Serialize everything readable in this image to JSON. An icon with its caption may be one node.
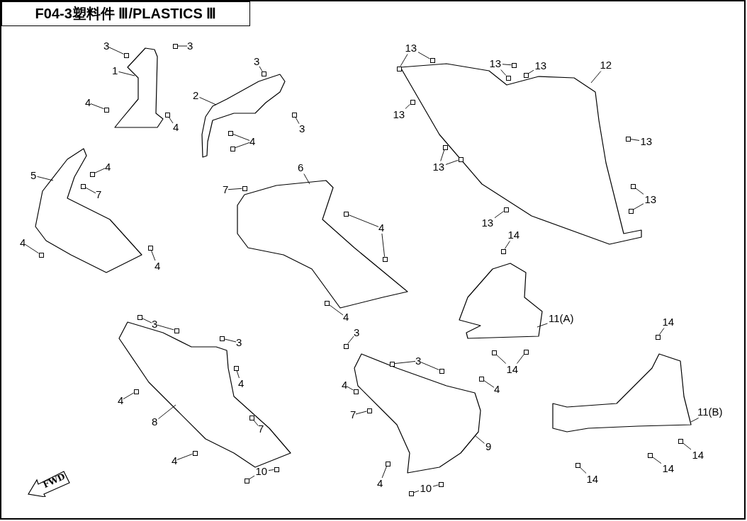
{
  "diagram": {
    "title": "F04-3塑料件 Ⅲ/PLASTICS Ⅲ",
    "nodes": [
      {
        "text": [
          "3"
        ]
      },
      {
        "text": [
          "3"
        ]
      },
      {
        "text": [
          "1"
        ]
      },
      {
        "text": [
          "4"
        ]
      },
      {
        "text": [
          "4"
        ]
      },
      {
        "text": [
          "3"
        ]
      },
      {
        "text": [
          "2"
        ]
      },
      {
        "text": [
          "3"
        ]
      },
      {
        "text": [
          "4"
        ]
      },
      {
        "text": [
          "4"
        ]
      },
      {
        "text": [
          "5"
        ]
      },
      {
        "text": [
          "7"
        ]
      },
      {
        "text": [
          "4"
        ]
      },
      {
        "text": [
          "4"
        ]
      },
      {
        "text": [
          "6"
        ]
      },
      {
        "text": [
          "7"
        ]
      },
      {
        "text": [
          "4"
        ]
      },
      {
        "text": [
          "4"
        ]
      },
      {
        "text": [
          "13"
        ]
      },
      {
        "text": [
          "13"
        ]
      },
      {
        "text": [
          "13"
        ]
      },
      {
        "text": [
          "12"
        ]
      },
      {
        "text": [
          "13"
        ]
      },
      {
        "text": [
          "13"
        ]
      },
      {
        "text": [
          "13"
        ]
      },
      {
        "text": [
          "13"
        ]
      },
      {
        "text": [
          "13"
        ]
      },
      {
        "text": [
          "14"
        ]
      },
      {
        "text": [
          "11(A)"
        ]
      },
      {
        "text": [
          "14"
        ]
      },
      {
        "text": [
          "14"
        ]
      },
      {
        "text": [
          "11(B)"
        ]
      },
      {
        "text": [
          "14"
        ]
      },
      {
        "text": [
          "14"
        ]
      },
      {
        "text": [
          "14"
        ]
      },
      {
        "text": [
          "3"
        ]
      },
      {
        "text": [
          "3"
        ]
      },
      {
        "text": [
          "4"
        ]
      },
      {
        "text": [
          "4"
        ]
      },
      {
        "text": [
          "7"
        ]
      },
      {
        "text": [
          "9"
        ]
      },
      {
        "text": [
          "4"
        ]
      },
      {
        "text": [
          "10"
        ]
      },
      {
        "text": [
          "3"
        ]
      },
      {
        "text": [
          "3"
        ]
      },
      {
        "text": [
          "4"
        ]
      },
      {
        "text": [
          "4"
        ]
      },
      {
        "text": [
          "8"
        ]
      },
      {
        "text": [
          "7"
        ]
      },
      {
        "text": [
          "4"
        ]
      },
      {
        "text": [
          "10"
        ]
      },
      {
        "text": [
          "FWD"
        ]
      },
      {
        "text": [],
        "shape": "box"
      },
      {
        "text": [],
        "shape": "box"
      },
      {
        "text": [],
        "shape": "box"
      },
      {
        "text": [],
        "shape": "box"
      },
      {
        "text": [],
        "shape": "box"
      },
      {
        "text": [],
        "shape": "box"
      },
      {
        "text": [],
        "shape": "box"
      },
      {
        "text": [],
        "shape": "box"
      },
      {
        "text": [],
        "shape": "box"
      },
      {
        "text": [],
        "shape": "box"
      },
      {
        "text": [],
        "shape": "box"
      },
      {
        "text": [],
        "shape": "box"
      },
      {
        "text": [],
        "shape": "box"
      },
      {
        "text": [],
        "shape": "box"
      },
      {
        "text": [],
        "shape": "box"
      },
      {
        "text": [],
        "shape": "box"
      },
      {
        "text": [],
        "shape": "box"
      },
      {
        "text": [],
        "shape": "box"
      },
      {
        "text": [],
        "shape": "box"
      },
      {
        "text": [],
        "shape": "box"
      },
      {
        "text": [],
        "shape": "box"
      },
      {
        "text": [],
        "shape": "box"
      },
      {
        "text": [],
        "shape": "box"
      },
      {
        "text": [],
        "shape": "box"
      },
      {
        "text": [],
        "shape": "box"
      },
      {
        "text": [],
        "shape": "box"
      },
      {
        "text": [],
        "shape": "box"
      },
      {
        "text": [],
        "shape": "box"
      },
      {
        "text": [],
        "shape": "box"
      },
      {
        "text": [],
        "shape": "box"
      },
      {
        "text": [],
        "shape": "box"
      },
      {
        "text": [],
        "shape": "box"
      },
      {
        "text": [],
        "shape": "box"
      },
      {
        "text": [],
        "shape": "box"
      },
      {
        "text": [],
        "shape": "box"
      },
      {
        "text": [],
        "shape": "box"
      },
      {
        "text": [],
        "shape": "box"
      },
      {
        "text": [],
        "shape": "box"
      },
      {
        "text": [],
        "shape": "box"
      },
      {
        "text": [],
        "shape": "box"
      },
      {
        "text": [],
        "shape": "box"
      },
      {
        "text": [],
        "shape": "box"
      },
      {
        "text": [],
        "shape": "box"
      },
      {
        "text": [],
        "shape": "box"
      },
      {
        "text": [],
        "shape": "box"
      },
      {
        "text": [],
        "shape": "box"
      },
      {
        "text": [],
        "shape": "box"
      },
      {
        "text": [],
        "shape": "box"
      },
      {
        "text": [],
        "shape": "box"
      },
      {
        "text": [],
        "shape": "box"
      },
      {
        "text": [],
        "shape": "box"
      },
      {
        "text": [],
        "shape": "box"
      },
      {
        "text": [],
        "shape": "box"
      }
    ],
    "edges": [
      {
        "from": 0,
        "to": 52,
        "arrow": "none"
      },
      {
        "from": 1,
        "to": 53,
        "arrow": "none"
      },
      {
        "from": 2,
        "to": null,
        "arrow": "none"
      },
      {
        "from": 3,
        "to": 54,
        "arrow": "none"
      },
      {
        "from": 4,
        "to": 55,
        "arrow": "none"
      },
      {
        "from": 5,
        "to": 56,
        "arrow": "none"
      },
      {
        "from": 6,
        "to": null,
        "arrow": "none"
      },
      {
        "from": 7,
        "to": 57,
        "arrow": "none"
      },
      {
        "from": 8,
        "to": 58,
        "arrow": "none"
      },
      {
        "from": 8,
        "to": 59,
        "arrow": "none"
      },
      {
        "from": 9,
        "to": 60,
        "arrow": "none"
      },
      {
        "from": 10,
        "to": null,
        "arrow": "none"
      },
      {
        "from": 11,
        "to": 61,
        "arrow": "none"
      },
      {
        "from": 12,
        "to": 62,
        "arrow": "none"
      },
      {
        "from": 13,
        "to": 63,
        "arrow": "none"
      },
      {
        "from": 14,
        "to": null,
        "arrow": "none"
      },
      {
        "from": 15,
        "to": 64,
        "arrow": "none"
      },
      {
        "from": 16,
        "to": 65,
        "arrow": "none"
      },
      {
        "from": 16,
        "to": 66,
        "arrow": "none"
      },
      {
        "from": 17,
        "to": 67,
        "arrow": "none"
      },
      {
        "from": 18,
        "to": 68,
        "arrow": "none"
      },
      {
        "from": 18,
        "to": 69,
        "arrow": "none"
      },
      {
        "from": 19,
        "to": 70,
        "arrow": "none"
      },
      {
        "from": 19,
        "to": 71,
        "arrow": "none"
      },
      {
        "from": 20,
        "to": 72,
        "arrow": "none"
      },
      {
        "from": 21,
        "to": null,
        "arrow": "none"
      },
      {
        "from": 22,
        "to": 73,
        "arrow": "none"
      },
      {
        "from": 23,
        "to": 74,
        "arrow": "none"
      },
      {
        "from": 24,
        "to": 75,
        "arrow": "none"
      },
      {
        "from": 24,
        "to": 76,
        "arrow": "none"
      },
      {
        "from": 25,
        "to": 77,
        "arrow": "none"
      },
      {
        "from": 25,
        "to": 78,
        "arrow": "none"
      },
      {
        "from": 26,
        "to": 79,
        "arrow": "none"
      },
      {
        "from": 27,
        "to": 80,
        "arrow": "none"
      },
      {
        "from": 28,
        "to": null,
        "arrow": "none"
      },
      {
        "from": 29,
        "to": 81,
        "arrow": "none"
      },
      {
        "from": 29,
        "to": 82,
        "arrow": "none"
      },
      {
        "from": 30,
        "to": 83,
        "arrow": "none"
      },
      {
        "from": 31,
        "to": null,
        "arrow": "none"
      },
      {
        "from": 32,
        "to": 84,
        "arrow": "none"
      },
      {
        "from": 33,
        "to": 85,
        "arrow": "none"
      },
      {
        "from": 34,
        "to": 86,
        "arrow": "none"
      },
      {
        "from": 35,
        "to": 87,
        "arrow": "none"
      },
      {
        "from": 36,
        "to": 88,
        "arrow": "none"
      },
      {
        "from": 36,
        "to": 89,
        "arrow": "none"
      },
      {
        "from": 37,
        "to": 90,
        "arrow": "none"
      },
      {
        "from": 38,
        "to": 91,
        "arrow": "none"
      },
      {
        "from": 39,
        "to": 92,
        "arrow": "none"
      },
      {
        "from": 40,
        "to": null,
        "arrow": "none"
      },
      {
        "from": 41,
        "to": 93,
        "arrow": "none"
      },
      {
        "from": 42,
        "to": 94,
        "arrow": "none"
      },
      {
        "from": 42,
        "to": 95,
        "arrow": "none"
      },
      {
        "from": 43,
        "to": 96,
        "arrow": "none"
      },
      {
        "from": 43,
        "to": 97,
        "arrow": "none"
      },
      {
        "from": 44,
        "to": 98,
        "arrow": "none"
      },
      {
        "from": 45,
        "to": 99,
        "arrow": "none"
      },
      {
        "from": 46,
        "to": 100,
        "arrow": "none"
      },
      {
        "from": 47,
        "to": null,
        "arrow": "none"
      },
      {
        "from": 48,
        "to": 101,
        "arrow": "none"
      },
      {
        "from": 49,
        "to": 102,
        "arrow": "none"
      },
      {
        "from": 50,
        "to": 103,
        "arrow": "none"
      },
      {
        "from": 50,
        "to": 104,
        "arrow": "none"
      }
    ]
  }
}
